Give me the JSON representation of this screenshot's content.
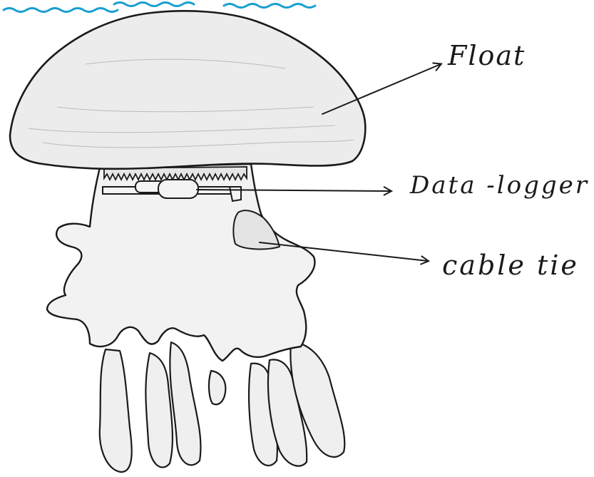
{
  "labels": {
    "float": "Float",
    "data_logger": "Data -logger",
    "cable_tie": "cable tie"
  },
  "colors": {
    "ink": "#1a1a1a",
    "water": "#1a9fd0",
    "fill": "#ececec"
  }
}
